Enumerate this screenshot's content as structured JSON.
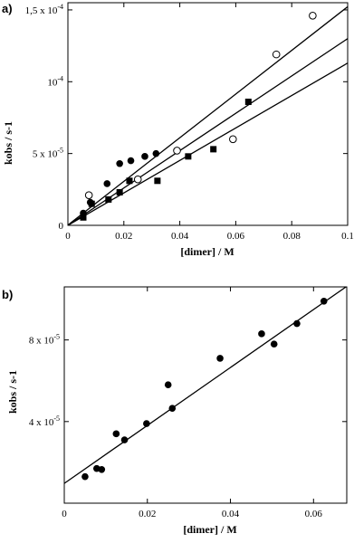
{
  "chart_data": [
    {
      "panel_label": "a)",
      "type": "scatter",
      "xlabel": "[dimer] / M",
      "ylabel": "kobs / s-1",
      "xlim": [
        0,
        0.1
      ],
      "ylim": [
        0,
        0.000155
      ],
      "x_ticks": [
        {
          "value": 0,
          "label": "0"
        },
        {
          "value": 0.02,
          "label": "0.02"
        },
        {
          "value": 0.04,
          "label": "0.04"
        },
        {
          "value": 0.06,
          "label": "0.06"
        },
        {
          "value": 0.08,
          "label": "0.08"
        },
        {
          "value": 0.1,
          "label": "0.1"
        }
      ],
      "y_ticks": [
        {
          "value": 0,
          "label": "0"
        },
        {
          "value": 5e-05,
          "label": "5 x 10-5"
        },
        {
          "value": 0.0001,
          "label": "10-4"
        },
        {
          "value": 0.00015,
          "label": "1,5 x 10-4"
        }
      ],
      "series": [
        {
          "marker": "filled-circle",
          "points": [
            [
              0.0055,
              8.5e-06
            ],
            [
              0.008,
              1.6e-05
            ],
            [
              0.014,
              2.9e-05
            ],
            [
              0.0185,
              4.3e-05
            ],
            [
              0.0225,
              4.5e-05
            ],
            [
              0.0275,
              4.8e-05
            ],
            [
              0.0315,
              5e-05
            ]
          ],
          "fit": {
            "slope": 0.00152,
            "intercept": 2e-07
          }
        },
        {
          "marker": "open-circle",
          "points": [
            [
              0.0075,
              2.1e-05
            ],
            [
              0.025,
              3.2e-05
            ],
            [
              0.039,
              5.2e-05
            ],
            [
              0.059,
              6e-05
            ],
            [
              0.0745,
              0.000119
            ],
            [
              0.0875,
              0.000146
            ]
          ],
          "fit": {
            "slope": 0.0013,
            "intercept": 0
          }
        },
        {
          "marker": "filled-square",
          "points": [
            [
              0.0055,
              5.5e-06
            ],
            [
              0.0085,
              1.5e-05
            ],
            [
              0.0145,
              1.8e-05
            ],
            [
              0.0185,
              2.3e-05
            ],
            [
              0.022,
              3.1e-05
            ],
            [
              0.032,
              3.1e-05
            ],
            [
              0.043,
              4.8e-05
            ],
            [
              0.052,
              5.3e-05
            ],
            [
              0.0645,
              8.6e-05
            ]
          ],
          "fit": {
            "slope": 0.00113,
            "intercept": 0
          }
        }
      ]
    },
    {
      "panel_label": "b)",
      "type": "scatter",
      "xlabel": "[dimer] / M",
      "ylabel": "kobs / s-1",
      "xlim": [
        0,
        0.068
      ],
      "ylim": [
        0,
        0.000106
      ],
      "x_ticks": [
        {
          "value": 0,
          "label": "0"
        },
        {
          "value": 0.02,
          "label": "0.02"
        },
        {
          "value": 0.04,
          "label": "0.04"
        },
        {
          "value": 0.06,
          "label": "0.06"
        }
      ],
      "y_ticks": [
        {
          "value": 4e-05,
          "label": "4 x 10-5"
        },
        {
          "value": 8e-05,
          "label": "8 x 10-5"
        }
      ],
      "series": [
        {
          "marker": "filled-circle",
          "points": [
            [
              0.005,
              1.3e-05
            ],
            [
              0.0078,
              1.7e-05
            ],
            [
              0.009,
              1.65e-05
            ],
            [
              0.0125,
              3.4e-05
            ],
            [
              0.0145,
              3.1e-05
            ],
            [
              0.0198,
              3.9e-05
            ],
            [
              0.025,
              5.8e-05
            ],
            [
              0.026,
              4.65e-05
            ],
            [
              0.0375,
              7.1e-05
            ],
            [
              0.0475,
              8.3e-05
            ],
            [
              0.0505,
              7.8e-05
            ],
            [
              0.056,
              8.8e-05
            ],
            [
              0.0625,
              9.9e-05
            ]
          ],
          "fit": {
            "slope": 0.00142,
            "intercept": 9.7e-06
          }
        }
      ]
    }
  ]
}
